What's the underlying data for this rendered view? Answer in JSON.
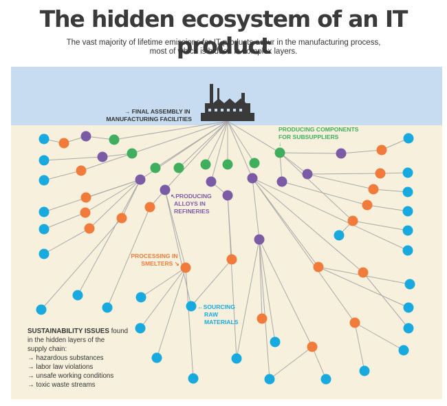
{
  "title": "The hidden ecosystem of an IT product",
  "subtitle": {
    "line1": "The vast majority of lifetime emissions for IT products occur in the manufacturing process,",
    "line2": "most of which is hidden in complex layers."
  },
  "labels": {
    "final_assembly": [
      "→ FINAL ASSEMBLY IN",
      "MANUFACTURING FACILITIES"
    ],
    "components": [
      "PRODUCING COMPONENTS",
      "FOR SUBSUPPLIERS",
      "↓"
    ],
    "alloys": [
      "↖PRODUCING",
      "ALLOYS IN",
      "REFINERIES"
    ],
    "smelters": [
      "PROCESSING IN",
      "SMELTERS ↘"
    ],
    "raw": [
      "←SOURCING",
      "RAW",
      "MATERIALS"
    ]
  },
  "issues": {
    "heading_bold": "SUSTAINABILITY ISSUES",
    "heading_rest": " found",
    "lines": [
      "in the hidden layers of the",
      "supply chain:"
    ],
    "items": [
      "→ hazardous substances",
      "→ labor law violations",
      "→ unsafe working conditions",
      "→ toxic waste streams"
    ]
  },
  "colors": {
    "sky": "#c7dcf0",
    "ground": "#f6f0dc",
    "factory": "#3a3a3a",
    "line": "#a8a8a8",
    "assembly_text": "#333333",
    "components": "#3fae5d",
    "alloys": "#7b5aa6",
    "smelters": "#f07b3a",
    "raw": "#18a9de"
  },
  "icons": {
    "factory": "factory-icon"
  }
}
